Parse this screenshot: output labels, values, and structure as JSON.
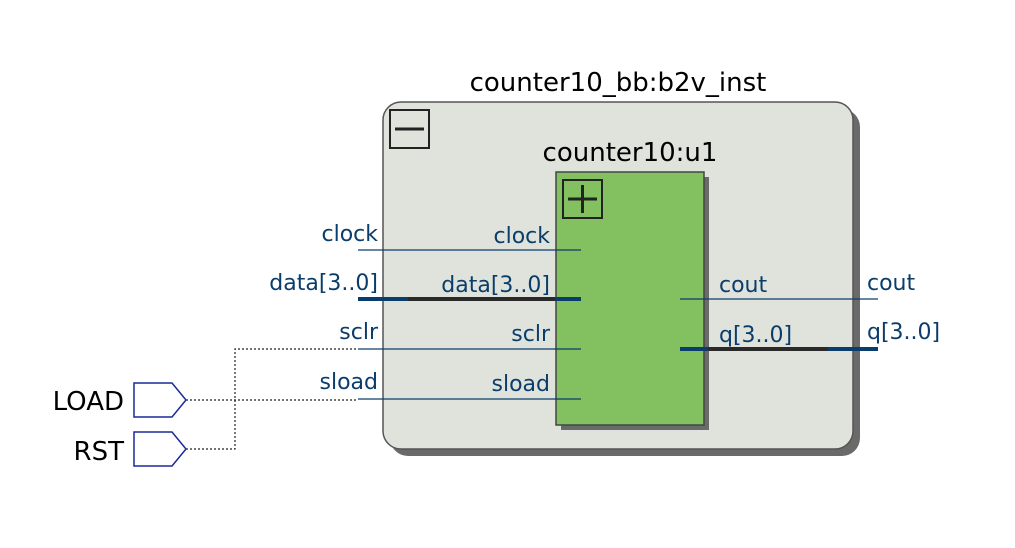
{
  "outer_block": {
    "title": "counter10_bb:b2v_inst",
    "collapse_symbol": "minus"
  },
  "inner_block": {
    "title": "counter10:u1",
    "expand_symbol": "plus"
  },
  "outer_ports": {
    "clock": "clock",
    "data": "data[3..0]",
    "sclr": "sclr",
    "sload": "sload",
    "cout": "cout",
    "q": "q[3..0]"
  },
  "inner_ports": {
    "clock": "clock",
    "data": "data[3..0]",
    "sclr": "sclr",
    "sload": "sload",
    "cout": "cout",
    "q": "q[3..0]"
  },
  "inputs": {
    "load": "LOAD",
    "rst": "RST"
  },
  "colors": {
    "outer_fill": "#dfe3dc",
    "inner_fill": "#82c060",
    "wire": "#0a3d6b",
    "bus": "#0a3d6b",
    "input_outline": "#1a2a9a"
  }
}
